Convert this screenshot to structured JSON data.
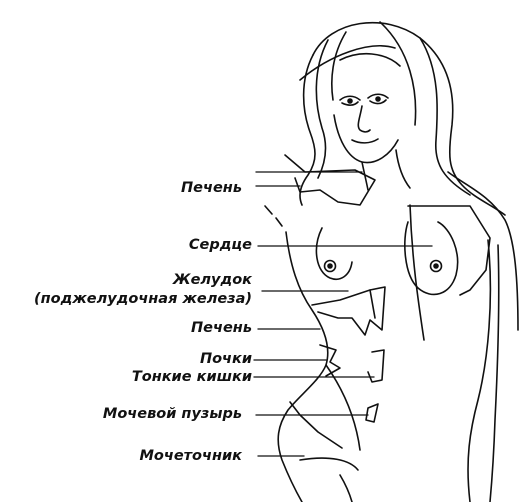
{
  "diagram": {
    "labels": {
      "liver_top": "Печень",
      "heart": "Сердце",
      "stomach": "Желудок",
      "pancreas": "(поджелудочная железа)",
      "liver": "Печень",
      "kidneys": "Почки",
      "small_intestine": "Тонкие кишки",
      "bladder": "Мочевой пузырь",
      "ureter": "Мочеточник"
    },
    "colors": {
      "ink": "#111111",
      "background": "#ffffff"
    }
  }
}
